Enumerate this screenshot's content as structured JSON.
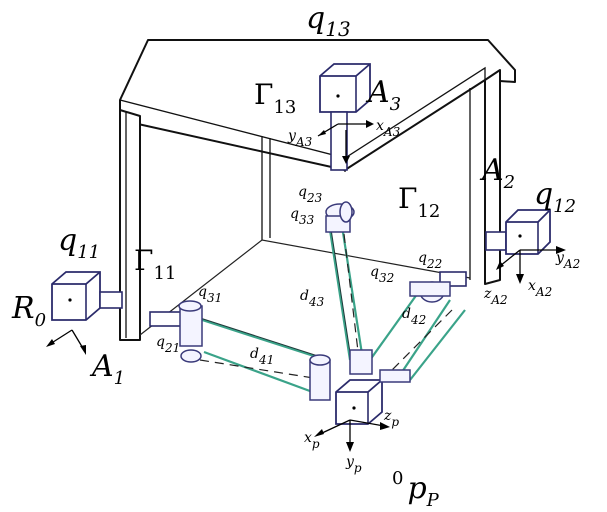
{
  "labels": {
    "q13": {
      "main": "q",
      "sub": "13"
    },
    "gamma13": {
      "main": "Γ",
      "sub": "13"
    },
    "A3": {
      "main": "A",
      "sub": "3"
    },
    "yA3": {
      "main": "y",
      "sub": "A3"
    },
    "xA3": {
      "main": "x",
      "sub": "A3"
    },
    "q23": {
      "main": "q",
      "sub": "23"
    },
    "q33": {
      "main": "q",
      "sub": "33"
    },
    "gamma12": {
      "main": "Γ",
      "sub": "12"
    },
    "A2": {
      "main": "A",
      "sub": "2"
    },
    "q12": {
      "main": "q",
      "sub": "12"
    },
    "yA2": {
      "main": "y",
      "sub": "A2"
    },
    "xA2": {
      "main": "x",
      "sub": "A2"
    },
    "zA2": {
      "main": "z",
      "sub": "A2"
    },
    "q22": {
      "main": "q",
      "sub": "22"
    },
    "q32": {
      "main": "q",
      "sub": "32"
    },
    "d42": {
      "main": "d",
      "sub": "42"
    },
    "d43": {
      "main": "d",
      "sub": "43"
    },
    "q11": {
      "main": "q",
      "sub": "11"
    },
    "gamma11": {
      "main": "Γ",
      "sub": "11"
    },
    "R0": {
      "main": "R",
      "sub": "0"
    },
    "A1": {
      "main": "A",
      "sub": "1"
    },
    "q31": {
      "main": "q",
      "sub": "31"
    },
    "q21": {
      "main": "q",
      "sub": "21"
    },
    "d41": {
      "main": "d",
      "sub": "41"
    },
    "xp": {
      "main": "x",
      "sub": "p"
    },
    "yp": {
      "main": "y",
      "sub": "p"
    },
    "zp": {
      "main": "z",
      "sub": "p"
    },
    "pP": {
      "pre": "0",
      "main": "p",
      "sub": "P"
    }
  },
  "colors": {
    "arm": "#3aa389",
    "actuator": "#2b2b6b",
    "frame": "#111111"
  }
}
